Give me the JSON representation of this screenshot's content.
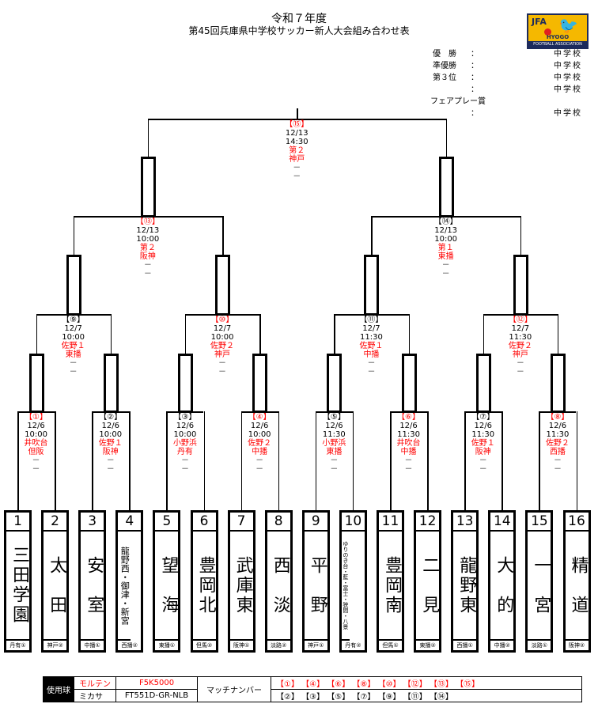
{
  "header": {
    "title_line1": "令和７年度",
    "title_line2": "第45回兵庫県中学校サッカー新人大会組み合わせ表",
    "logo": {
      "abbr": "JFA",
      "region": "HYOGO",
      "org": "FOOTBALL ASSOCIATION",
      "icon": "crow-emblem-icon",
      "colors": {
        "bg": "#f5b800",
        "navy": "#1d2b5c",
        "ball": "#e02020"
      }
    }
  },
  "results": [
    {
      "label": "優　勝",
      "colon": "：",
      "school": "中学校"
    },
    {
      "label": "準優勝",
      "colon": "：",
      "school": "中学校"
    },
    {
      "label": "第３位",
      "colon": "：",
      "school": "中学校"
    },
    {
      "label": "",
      "colon": "：",
      "school": "中学校"
    },
    {
      "label": "フェアプレー賞",
      "colon": "",
      "school": ""
    },
    {
      "label": "",
      "colon": "：",
      "school": "中学校"
    }
  ],
  "matches": {
    "m1": {
      "no": "【①】",
      "date": "12/6",
      "time": "10:00",
      "venue": "井吹台",
      "referee": "但阪",
      "score1": "－",
      "score2": "－",
      "red_no": true
    },
    "m2": {
      "no": "【②】",
      "date": "12/6",
      "time": "10:00",
      "venue": "佐野１",
      "referee": "阪神",
      "score1": "－",
      "score2": "－",
      "red_no": false
    },
    "m3": {
      "no": "【③】",
      "date": "12/6",
      "time": "10:00",
      "venue": "小野浜",
      "referee": "丹有",
      "score1": "－",
      "score2": "－",
      "red_no": false
    },
    "m4": {
      "no": "【④】",
      "date": "12/6",
      "time": "10:00",
      "venue": "佐野２",
      "referee": "中播",
      "score1": "－",
      "score2": "－",
      "red_no": true
    },
    "m5": {
      "no": "【⑤】",
      "date": "12/6",
      "time": "11:30",
      "venue": "小野浜",
      "referee": "東播",
      "score1": "－",
      "score2": "－",
      "red_no": false
    },
    "m6": {
      "no": "【⑥】",
      "date": "12/6",
      "time": "11:30",
      "venue": "井吹台",
      "referee": "中播",
      "score1": "－",
      "score2": "－",
      "red_no": true
    },
    "m7": {
      "no": "【⑦】",
      "date": "12/6",
      "time": "11:30",
      "venue": "佐野１",
      "referee": "阪神",
      "score1": "－",
      "score2": "－",
      "red_no": false
    },
    "m8": {
      "no": "【⑧】",
      "date": "12/6",
      "time": "11:30",
      "venue": "佐野２",
      "referee": "西播",
      "score1": "－",
      "score2": "－",
      "red_no": true
    },
    "m9": {
      "no": "【⑨】",
      "date": "12/7",
      "time": "10:00",
      "venue": "佐野１",
      "referee": "東播",
      "score1": "－",
      "score2": "－",
      "red_no": false
    },
    "m10": {
      "no": "【⑩】",
      "date": "12/7",
      "time": "10:00",
      "venue": "佐野２",
      "referee": "神戸",
      "score1": "－",
      "score2": "－",
      "red_no": true
    },
    "m11": {
      "no": "【⑪】",
      "date": "12/7",
      "time": "11:30",
      "venue": "佐野１",
      "referee": "中播",
      "score1": "－",
      "score2": "－",
      "red_no": false
    },
    "m12": {
      "no": "【⑫】",
      "date": "12/7",
      "time": "11:30",
      "venue": "佐野２",
      "referee": "神戸",
      "score1": "－",
      "score2": "－",
      "red_no": true
    },
    "m13": {
      "no": "【⑬】",
      "date": "12/13",
      "time": "10:00",
      "venue": "第２",
      "referee": "阪神",
      "score1": "－",
      "score2": "－",
      "red_no": true
    },
    "m14": {
      "no": "【⑭】",
      "date": "12/13",
      "time": "10:00",
      "venue": "第１",
      "referee": "東播",
      "score1": "－",
      "score2": "－",
      "red_no": false
    },
    "m15": {
      "no": "【⑮】",
      "date": "12/13",
      "time": "14:30",
      "venue": "第２",
      "referee": "神戸",
      "score1": "－",
      "score2": "－",
      "red_no": true
    }
  },
  "teams": [
    {
      "num": "1",
      "name": "三田学園",
      "area": "丹有①"
    },
    {
      "num": "2",
      "name": "太　田",
      "area": "神戸②"
    },
    {
      "num": "3",
      "name": "安　室",
      "area": "中播①"
    },
    {
      "num": "4",
      "name": "龍野西・御津・新宮",
      "area": "西播②"
    },
    {
      "num": "5",
      "name": "望　海",
      "area": "東播①"
    },
    {
      "num": "6",
      "name": "豊岡北",
      "area": "但馬②"
    },
    {
      "num": "7",
      "name": "武庫東",
      "area": "阪神①"
    },
    {
      "num": "8",
      "name": "西　淡",
      "area": "淡路②"
    },
    {
      "num": "9",
      "name": "平　野",
      "area": "神戸①"
    },
    {
      "num": "10",
      "name": "ゆりのき台・藍・富士・狭間・八景",
      "area": "丹有②"
    },
    {
      "num": "11",
      "name": "豊岡南",
      "area": "但馬①"
    },
    {
      "num": "12",
      "name": "二　見",
      "area": "東播②"
    },
    {
      "num": "13",
      "name": "龍野東",
      "area": "西播①"
    },
    {
      "num": "14",
      "name": "大　的",
      "area": "中播②"
    },
    {
      "num": "15",
      "name": "一　宮",
      "area": "淡路①"
    },
    {
      "num": "16",
      "name": "精　道",
      "area": "阪神②"
    }
  ],
  "footer": {
    "ball_label": "使用球",
    "ball1_brand": "モルテン",
    "ball1_model": "F5K5000",
    "ball2_brand": "ミカサ",
    "ball2_model": "FT551D-GR-NLB",
    "match_number_label": "マッチナンバー",
    "red_matches": "【①】 【④】 【⑥】 【⑧】 【⑩】 【⑫】 【⑬】 【⑮】",
    "black_matches": "【②】 【③】 【⑤】 【⑦】 【⑨】 【⑪】 【⑭】",
    "colors": {
      "red": "#ff0000",
      "black": "#000000"
    }
  }
}
